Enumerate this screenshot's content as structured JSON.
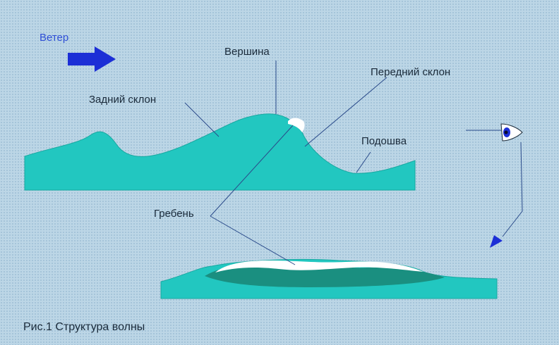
{
  "labels": {
    "wind": "Ветер",
    "crest_top": "Вершина",
    "front_slope": "Передний склон",
    "back_slope": "Задний склон",
    "trough": "Подошва",
    "crest": "Гребень"
  },
  "caption": "Рис.1 Структура волны",
  "colors": {
    "water": "#22c7c0",
    "water_dark": "#1a8f80",
    "foam": "#ffffff",
    "arrow": "#1c2fd6",
    "leader": "#2a4a8a"
  },
  "icons": [
    "wind-arrow-icon",
    "eye-icon",
    "view-direction-arrow-icon"
  ]
}
